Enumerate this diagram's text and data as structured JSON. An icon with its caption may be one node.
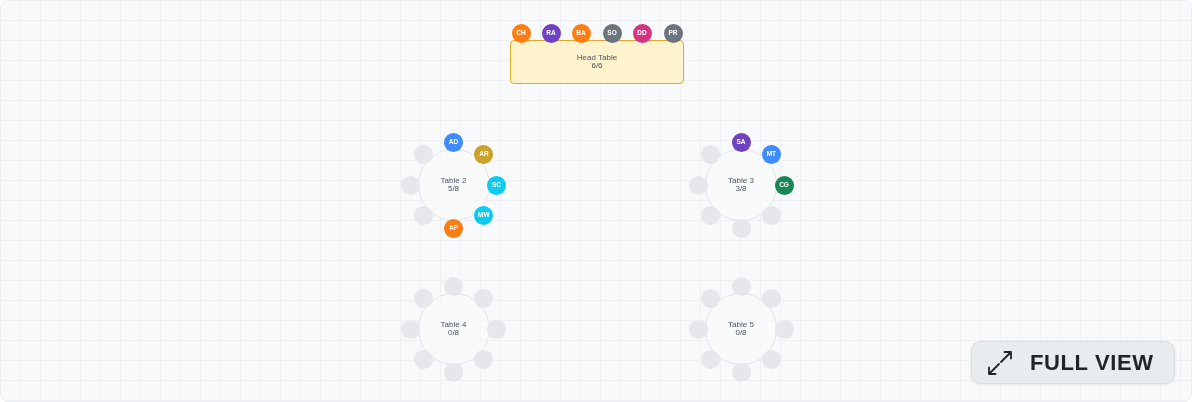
{
  "diagram": {
    "nodes": [
      {
        "text": [
          "Head Table",
          "6/6"
        ]
      },
      {
        "text": [
          "CH"
        ]
      },
      {
        "text": [
          "RA"
        ]
      },
      {
        "text": [
          "BA"
        ]
      },
      {
        "text": [
          "SO"
        ]
      },
      {
        "text": [
          "DD"
        ]
      },
      {
        "text": [
          "PR"
        ]
      },
      {
        "text": [
          "Table 2",
          "5/8"
        ]
      },
      {
        "text": [
          "AD"
        ]
      },
      {
        "text": [
          "AR"
        ]
      },
      {
        "text": [
          "SC"
        ]
      },
      {
        "text": [
          "MW"
        ]
      },
      {
        "text": [
          "AP"
        ]
      },
      {
        "text": [],
        "shape": "circle"
      },
      {
        "text": [],
        "shape": "circle"
      },
      {
        "text": [],
        "shape": "circle"
      },
      {
        "text": [
          "Table 3",
          "3/8"
        ]
      },
      {
        "text": [
          "SA"
        ]
      },
      {
        "text": [
          "MT"
        ]
      },
      {
        "text": [
          "CG"
        ]
      },
      {
        "text": [],
        "shape": "circle"
      },
      {
        "text": [],
        "shape": "circle"
      },
      {
        "text": [],
        "shape": "circle"
      },
      {
        "text": [],
        "shape": "circle"
      },
      {
        "text": [],
        "shape": "circle"
      },
      {
        "text": [
          "Table 4",
          "0/8"
        ]
      },
      {
        "text": [],
        "shape": "circle"
      },
      {
        "text": [],
        "shape": "circle"
      },
      {
        "text": [],
        "shape": "circle"
      },
      {
        "text": [],
        "shape": "circle"
      },
      {
        "text": [],
        "shape": "circle"
      },
      {
        "text": [],
        "shape": "circle"
      },
      {
        "text": [],
        "shape": "circle"
      },
      {
        "text": [],
        "shape": "circle"
      },
      {
        "text": [
          "Table 5",
          "0/8"
        ]
      },
      {
        "text": [],
        "shape": "circle"
      },
      {
        "text": [],
        "shape": "circle"
      },
      {
        "text": [],
        "shape": "circle"
      },
      {
        "text": [],
        "shape": "circle"
      },
      {
        "text": [],
        "shape": "circle"
      },
      {
        "text": [],
        "shape": "circle"
      },
      {
        "text": [],
        "shape": "circle"
      },
      {
        "text": [],
        "shape": "circle"
      }
    ],
    "labels": [
      "FULL VIEW"
    ]
  }
}
